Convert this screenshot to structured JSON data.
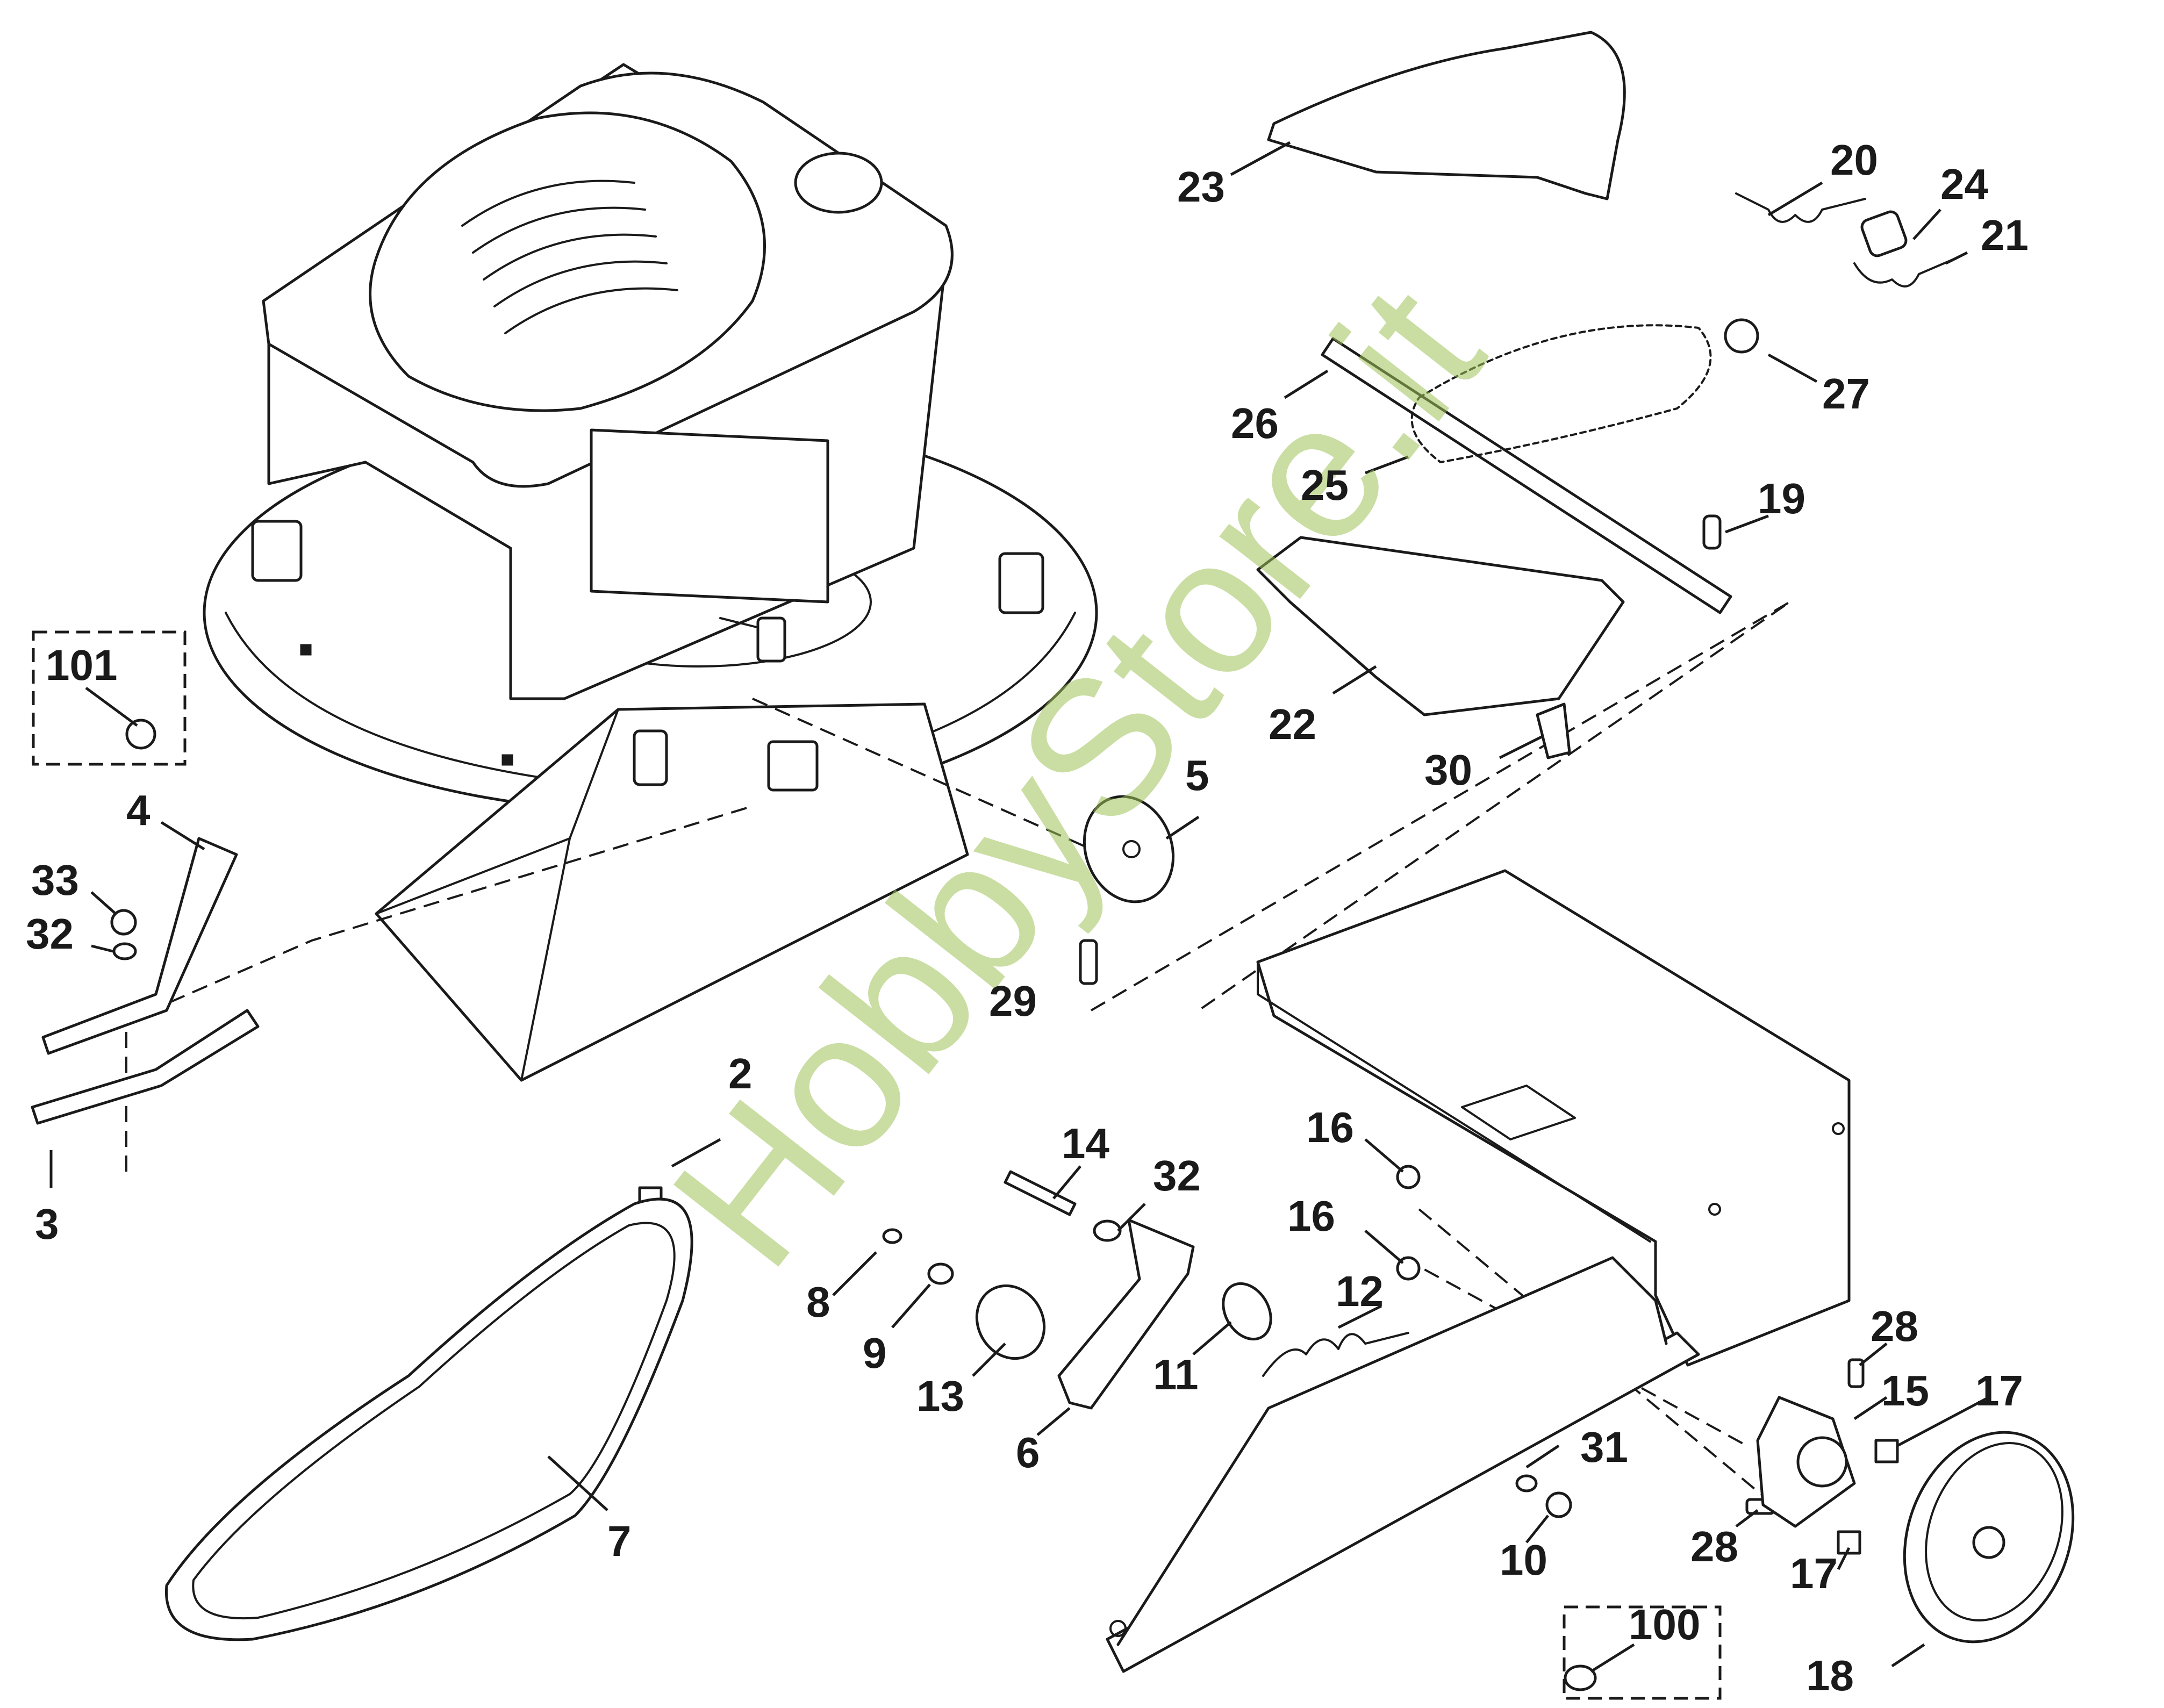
{
  "watermark": "HobbyStore.it",
  "colors": {
    "line": "#1a1a1a",
    "watermark": "#9fc25a",
    "background": "#ffffff"
  },
  "labels": {
    "p2": "2",
    "p3": "3",
    "p4": "4",
    "p5": "5",
    "p6": "6",
    "p7": "7",
    "p8": "8",
    "p9": "9",
    "p10": "10",
    "p11": "11",
    "p12": "12",
    "p13": "13",
    "p14": "14",
    "p15": "15",
    "p16a": "16",
    "p16b": "16",
    "p17a": "17",
    "p17b": "17",
    "p18": "18",
    "p19": "19",
    "p20": "20",
    "p21": "21",
    "p22": "22",
    "p23": "23",
    "p24": "24",
    "p25": "25",
    "p26": "26",
    "p27": "27",
    "p28a": "28",
    "p28b": "28",
    "p29": "29",
    "p30": "30",
    "p31": "31",
    "p32a": "32",
    "p32b": "32",
    "p33": "33",
    "p100": "100",
    "p101": "101"
  }
}
